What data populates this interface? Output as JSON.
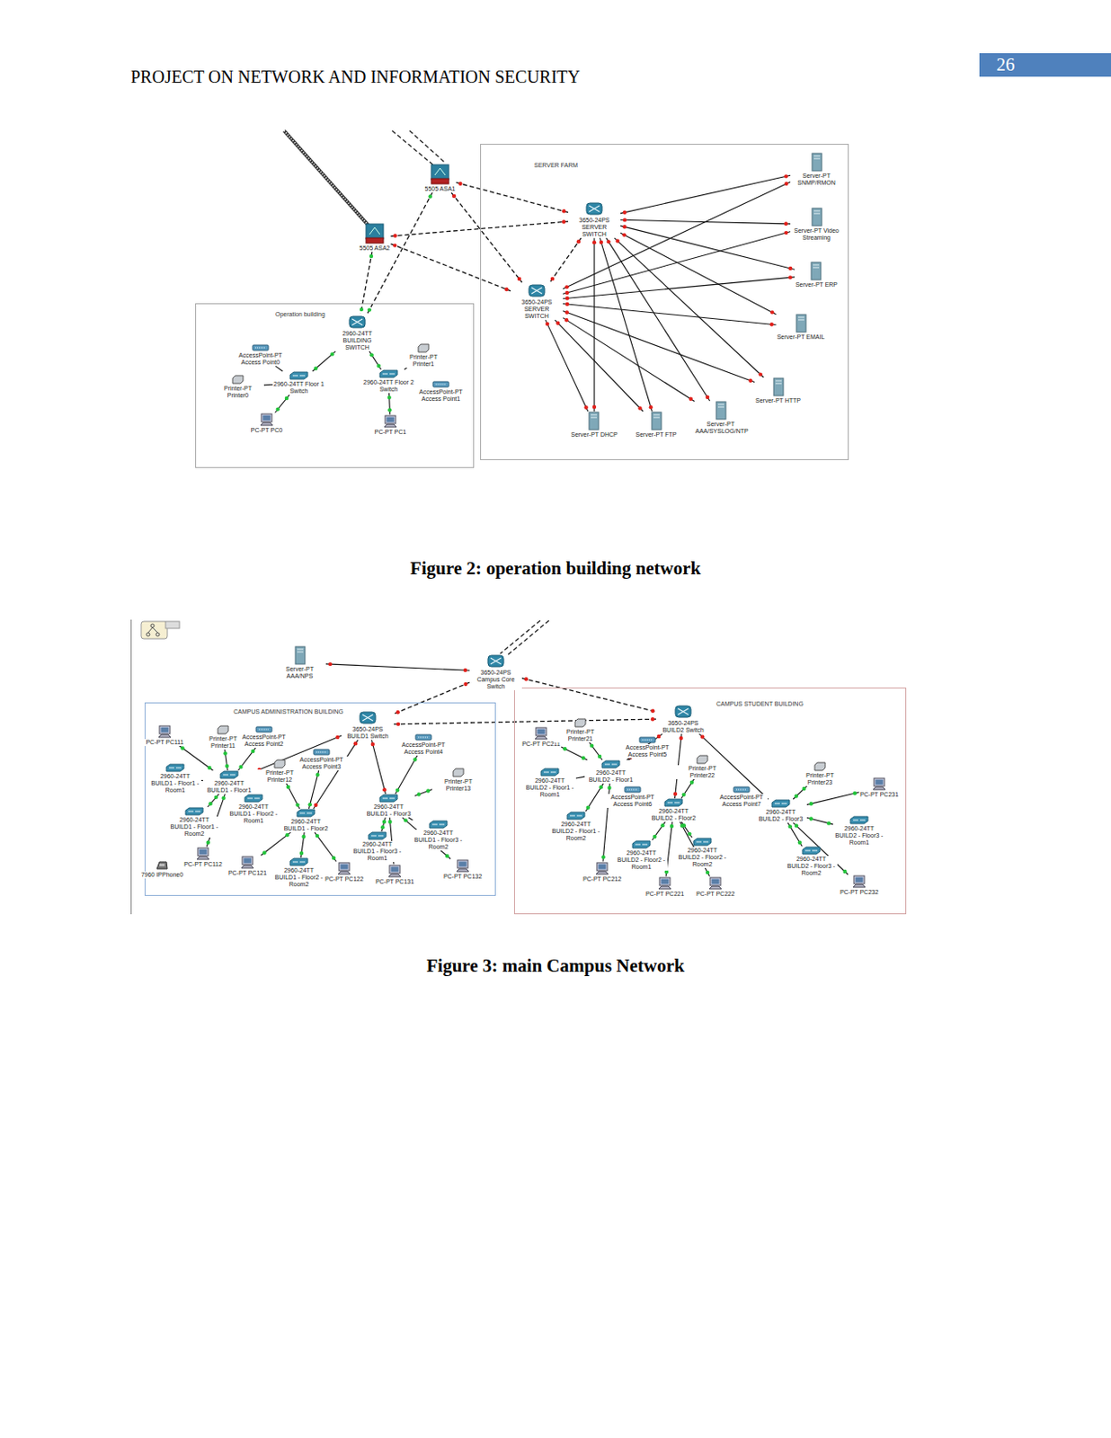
{
  "diagram": {
    "title": "PROJECT ON NETWORK AND INFORMATION SECURITY",
    "caption": "Figure 2: operation building network",
    "nodes": [
      {
        "text": [
          "5505 ASA1"
        ]
      },
      {
        "text": [
          "5505 ASA2"
        ]
      },
      {
        "text": [
          "SERVER FARM"
        ]
      },
      {
        "text": [
          "3650-24PS SERVER SWITCH"
        ],
        "in": 2
      },
      {
        "text": [
          "3650-24PS SERVER SWITCH"
        ],
        "in": 2
      },
      {
        "text": [
          "Server-PT SNMP/RMON"
        ],
        "in": 2
      },
      {
        "text": [
          "Server-PT Video Streaming"
        ],
        "in": 2
      },
      {
        "text": [
          "Server-PT ERP"
        ],
        "in": 2
      },
      {
        "text": [
          "Server-PT EMAIL"
        ],
        "in": 2
      },
      {
        "text": [
          "Server-PT HTTP"
        ],
        "in": 2
      },
      {
        "text": [
          "Server-PT AAA/SYSLOG/NTP"
        ],
        "in": 2
      },
      {
        "text": [
          "Server-PT FTP"
        ],
        "in": 2
      },
      {
        "text": [
          "Server-PT DHCP"
        ],
        "in": 2
      },
      {
        "text": [
          "Operation building"
        ]
      },
      {
        "text": [
          "2960-24TT BUILDING SWITCH"
        ],
        "in": 13
      },
      {
        "text": [
          "2960-24TT Floor 1 Switch"
        ],
        "in": 13
      },
      {
        "text": [
          "2960-24TT Floor 2 Switch"
        ],
        "in": 13
      },
      {
        "text": [
          "AccessPoint-PT Access Point0"
        ],
        "in": 13
      },
      {
        "text": [
          "Printer-PT Printer0"
        ],
        "in": 13
      },
      {
        "text": [
          "PC-PT PC0"
        ],
        "in": 13
      },
      {
        "text": [
          "Printer-PT Printer1"
        ],
        "in": 13
      },
      {
        "text": [
          "AccessPoint-PT Access Point1"
        ],
        "in": 13
      },
      {
        "text": [
          "PC-PT PC1"
        ],
        "in": 13
      },
      {
        "text": [
          "Server-PT AAA/NPS"
        ]
      },
      {
        "text": [
          "3650-24PS Campus Core Switch"
        ]
      },
      {
        "text": [
          "CAMPUS ADMINISTRATION BUILDING"
        ]
      },
      {
        "text": [
          "3650-24PS BUILD1 Switch"
        ],
        "in": 25
      },
      {
        "text": [
          "2960-24TT BUILD1 - Floor1"
        ],
        "in": 25
      },
      {
        "text": [
          "2960-24TT BUILD1 - Floor1 - Room1"
        ],
        "in": 25
      },
      {
        "text": [
          "2960-24TT BUILD1 - Floor1 - Room2"
        ],
        "in": 25
      },
      {
        "text": [
          "PC-PT PC111"
        ],
        "in": 25
      },
      {
        "text": [
          "PC-PT PC112"
        ],
        "in": 25
      },
      {
        "text": [
          "Printer-PT Printer11"
        ],
        "in": 25
      },
      {
        "text": [
          "AccessPoint-PT Access Point2"
        ],
        "in": 25
      },
      {
        "text": [
          "2960-24TT BUILD1 - Floor2"
        ],
        "in": 25
      },
      {
        "text": [
          "2960-24TT BUILD1 - Floor2 - Room1"
        ],
        "in": 25
      },
      {
        "text": [
          "2960-24TT BUILD1 - Floor2 - Room2"
        ],
        "in": 25
      },
      {
        "text": [
          "PC-PT PC121"
        ],
        "in": 25
      },
      {
        "text": [
          "PC-PT PC122"
        ],
        "in": 25
      },
      {
        "text": [
          "Printer-PT Printer12"
        ],
        "in": 25
      },
      {
        "text": [
          "AccessPoint-PT Access Point3"
        ],
        "in": 25
      },
      {
        "text": [
          "2960-24TT BUILD1 - Floor3"
        ],
        "in": 25
      },
      {
        "text": [
          "2960-24TT BUILD1 - Floor3 - Room1"
        ],
        "in": 25
      },
      {
        "text": [
          "2960-24TT BUILD1 - Floor3 - Room2"
        ],
        "in": 25
      },
      {
        "text": [
          "PC-PT PC131"
        ],
        "in": 25
      },
      {
        "text": [
          "PC-PT PC132"
        ],
        "in": 25
      },
      {
        "text": [
          "Printer-PT Printer13"
        ],
        "in": 25
      },
      {
        "text": [
          "AccessPoint-PT Access Point4"
        ],
        "in": 25
      },
      {
        "text": [
          "7960 IPPhone0"
        ],
        "in": 25
      },
      {
        "text": [
          "CAMPUS STUDENT BUILDING"
        ]
      },
      {
        "text": [
          "3650-24PS BUILD2 Switch"
        ],
        "in": 49
      },
      {
        "text": [
          "2960-24TT BUILD2 - Floor1"
        ],
        "in": 49
      },
      {
        "text": [
          "2960-24TT BUILD2 - Floor1 - Room1"
        ],
        "in": 49
      },
      {
        "text": [
          "2960-24TT BUILD2 - Floor1 - Room2"
        ],
        "in": 49
      },
      {
        "text": [
          "PC-PT PC211"
        ],
        "in": 49
      },
      {
        "text": [
          "PC-PT PC212"
        ],
        "in": 49
      },
      {
        "text": [
          "Printer-PT Printer21"
        ],
        "in": 49
      },
      {
        "text": [
          "AccessPoint-PT Access Point5"
        ],
        "in": 49
      },
      {
        "text": [
          "2960-24TT BUILD2 - Floor2"
        ],
        "in": 49
      },
      {
        "text": [
          "2960-24TT BUILD2 - Floor2 - Room1"
        ],
        "in": 49
      },
      {
        "text": [
          "2960-24TT BUILD2 - Floor2 - Room2"
        ],
        "in": 49
      },
      {
        "text": [
          "PC-PT PC221"
        ],
        "in": 49
      },
      {
        "text": [
          "PC-PT PC222"
        ],
        "in": 49
      },
      {
        "text": [
          "Printer-PT Printer22"
        ],
        "in": 49
      },
      {
        "text": [
          "AccessPoint-PT Access Point6"
        ],
        "in": 49
      },
      {
        "text": [
          "2960-24TT BUILD2 - Floor3"
        ],
        "in": 49
      },
      {
        "text": [
          "2960-24TT BUILD2 - Floor3 - Room1"
        ],
        "in": 49
      },
      {
        "text": [
          "2960-24TT BUILD2 - Floor3 - Room2"
        ],
        "in": 49
      },
      {
        "text": [
          "PC-PT PC231"
        ],
        "in": 49
      },
      {
        "text": [
          "PC-PT PC232"
        ],
        "in": 49
      },
      {
        "text": [
          "Printer-PT Printer23"
        ],
        "in": 49
      },
      {
        "text": [
          "AccessPoint-PT Access Point7"
        ],
        "in": 49
      }
    ],
    "edges": [
      {
        "from": 0,
        "to": 3,
        "arrow": "none"
      },
      {
        "from": 0,
        "to": 4,
        "arrow": "none"
      },
      {
        "from": 1,
        "to": 3,
        "arrow": "none"
      },
      {
        "from": 1,
        "to": 4,
        "arrow": "none"
      },
      {
        "from": 3,
        "to": 4,
        "arrow": "none"
      },
      {
        "from": 0,
        "to": 14,
        "arrow": "none"
      },
      {
        "from": 1,
        "to": 14,
        "arrow": "none"
      },
      {
        "from": 5,
        "to": 3,
        "arrow": "none"
      },
      {
        "from": 5,
        "to": 4,
        "arrow": "none"
      },
      {
        "from": 6,
        "to": 3,
        "arrow": "none"
      },
      {
        "from": 6,
        "to": 4,
        "arrow": "none"
      },
      {
        "from": 7,
        "to": 3,
        "arrow": "none"
      },
      {
        "from": 7,
        "to": 4,
        "arrow": "none"
      },
      {
        "from": 8,
        "to": 3,
        "arrow": "none"
      },
      {
        "from": 8,
        "to": 4,
        "arrow": "none"
      },
      {
        "from": 9,
        "to": 3,
        "arrow": "none"
      },
      {
        "from": 9,
        "to": 4,
        "arrow": "none"
      },
      {
        "from": 10,
        "to": 3,
        "arrow": "none"
      },
      {
        "from": 10,
        "to": 4,
        "arrow": "none"
      },
      {
        "from": 11,
        "to": 3,
        "arrow": "none"
      },
      {
        "from": 11,
        "to": 4,
        "arrow": "none"
      },
      {
        "from": 12,
        "to": 3,
        "arrow": "none"
      },
      {
        "from": 12,
        "to": 4,
        "arrow": "none"
      },
      {
        "from": 14,
        "to": 15,
        "arrow": "none"
      },
      {
        "from": 14,
        "to": 16,
        "arrow": "none"
      },
      {
        "from": 15,
        "to": 17,
        "arrow": "none"
      },
      {
        "from": 15,
        "to": 18,
        "arrow": "none"
      },
      {
        "from": 15,
        "to": 19,
        "arrow": "none"
      },
      {
        "from": 16,
        "to": 20,
        "arrow": "none"
      },
      {
        "from": 16,
        "to": 21,
        "arrow": "none"
      },
      {
        "from": 16,
        "to": 22,
        "arrow": "none"
      },
      {
        "from": 23,
        "to": 24,
        "arrow": "none"
      },
      {
        "from": 24,
        "to": 26,
        "arrow": "none"
      },
      {
        "from": 24,
        "to": 50,
        "arrow": "none"
      },
      {
        "from": 26,
        "to": 50,
        "arrow": "none"
      },
      {
        "from": 26,
        "to": 27,
        "arrow": "none"
      },
      {
        "from": 26,
        "to": 34,
        "arrow": "none"
      },
      {
        "from": 26,
        "to": 41,
        "arrow": "none"
      },
      {
        "from": 50,
        "to": 51,
        "arrow": "none"
      },
      {
        "from": 50,
        "to": 58,
        "arrow": "none"
      },
      {
        "from": 50,
        "to": 65,
        "arrow": "none"
      },
      {
        "from": 27,
        "to": 28,
        "arrow": "none"
      },
      {
        "from": 27,
        "to": 29,
        "arrow": "none"
      },
      {
        "from": 27,
        "to": 30,
        "arrow": "none"
      },
      {
        "from": 27,
        "to": 31,
        "arrow": "none"
      },
      {
        "from": 27,
        "to": 32,
        "arrow": "none"
      },
      {
        "from": 27,
        "to": 33,
        "arrow": "none"
      },
      {
        "from": 34,
        "to": 35,
        "arrow": "none"
      },
      {
        "from": 34,
        "to": 36,
        "arrow": "none"
      },
      {
        "from": 34,
        "to": 37,
        "arrow": "none"
      },
      {
        "from": 34,
        "to": 38,
        "arrow": "none"
      },
      {
        "from": 34,
        "to": 39,
        "arrow": "none"
      },
      {
        "from": 34,
        "to": 40,
        "arrow": "none"
      },
      {
        "from": 41,
        "to": 42,
        "arrow": "none"
      },
      {
        "from": 41,
        "to": 43,
        "arrow": "none"
      },
      {
        "from": 41,
        "to": 44,
        "arrow": "none"
      },
      {
        "from": 41,
        "to": 45,
        "arrow": "none"
      },
      {
        "from": 41,
        "to": 46,
        "arrow": "none"
      },
      {
        "from": 41,
        "to": 47,
        "arrow": "none"
      },
      {
        "from": 51,
        "to": 52,
        "arrow": "none"
      },
      {
        "from": 51,
        "to": 53,
        "arrow": "none"
      },
      {
        "from": 51,
        "to": 54,
        "arrow": "none"
      },
      {
        "from": 51,
        "to": 55,
        "arrow": "none"
      },
      {
        "from": 51,
        "to": 56,
        "arrow": "none"
      },
      {
        "from": 51,
        "to": 57,
        "arrow": "none"
      },
      {
        "from": 58,
        "to": 59,
        "arrow": "none"
      },
      {
        "from": 58,
        "to": 60,
        "arrow": "none"
      },
      {
        "from": 58,
        "to": 61,
        "arrow": "none"
      },
      {
        "from": 58,
        "to": 62,
        "arrow": "none"
      },
      {
        "from": 58,
        "to": 63,
        "arrow": "none"
      },
      {
        "from": 58,
        "to": 64,
        "arrow": "none"
      },
      {
        "from": 65,
        "to": 66,
        "arrow": "none"
      },
      {
        "from": 65,
        "to": 67,
        "arrow": "none"
      },
      {
        "from": 65,
        "to": 68,
        "arrow": "none"
      },
      {
        "from": 65,
        "to": 69,
        "arrow": "none"
      },
      {
        "from": 65,
        "to": 70,
        "arrow": "none"
      },
      {
        "from": 65,
        "to": 71,
        "arrow": "none"
      }
    ],
    "labels": [
      "26",
      "Figure 3: main Campus Network"
    ]
  }
}
